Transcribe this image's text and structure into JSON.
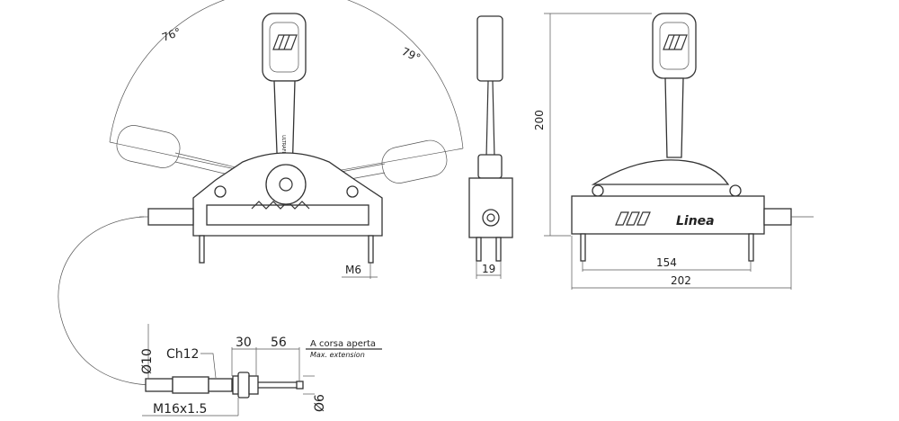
{
  "drawing": {
    "angles": {
      "left": "76°",
      "right": "79°"
    },
    "dimensions": {
      "m6": "M6",
      "width_side": "19",
      "height": "200",
      "stud_spacing": "154",
      "overall_width": "202",
      "diameter_10": "Ø10",
      "ch12": "Ch12",
      "d30": "30",
      "d56": "56",
      "thread": "M16x1.5",
      "diameter_6": "Ø6"
    },
    "notes": {
      "stroke_it": "A corsa aperta",
      "stroke_en": "Max. extension"
    },
    "brand": "Linea",
    "lever_mark": "ULTRAFLEX"
  }
}
